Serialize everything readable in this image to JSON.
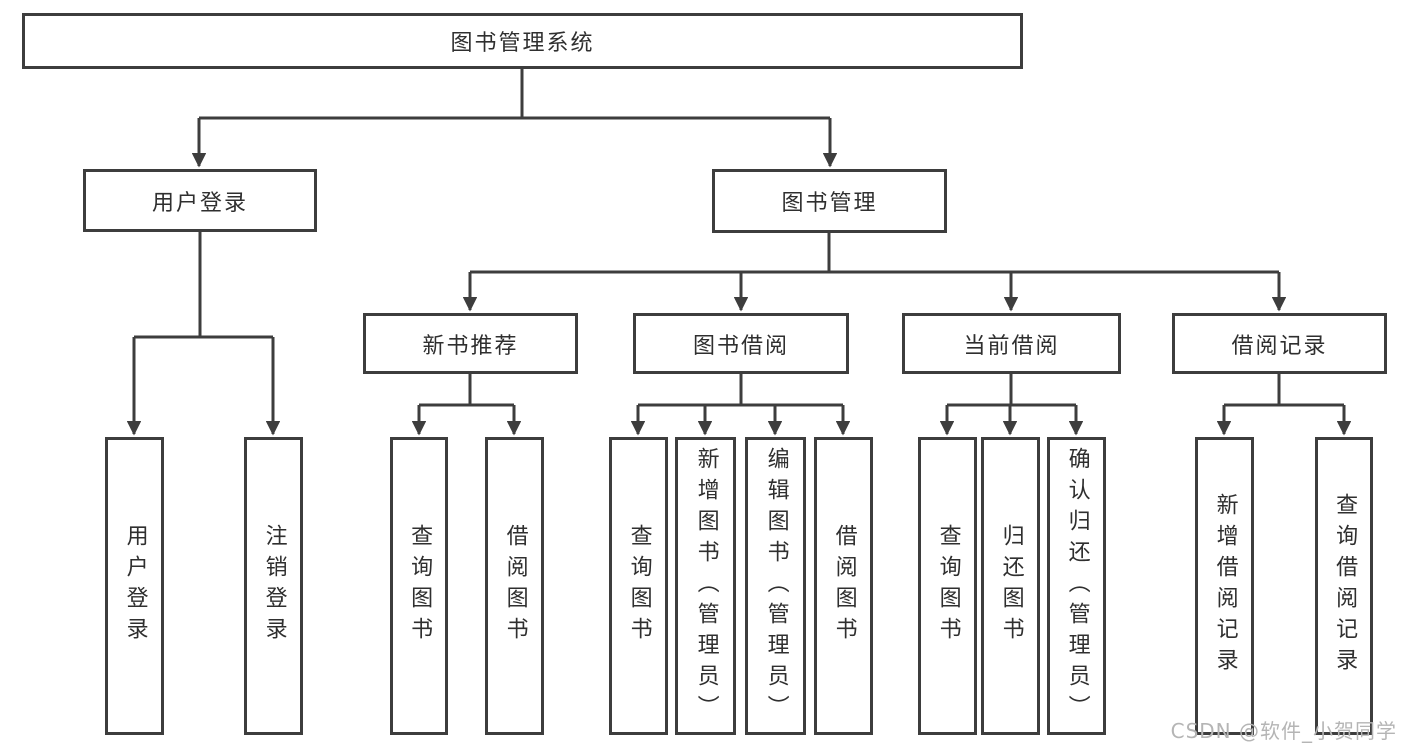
{
  "tree": {
    "label": "图书管理系统",
    "children": [
      {
        "label": "用户登录",
        "children": [
          {
            "label": "用户登录"
          },
          {
            "label": "注销登录"
          }
        ]
      },
      {
        "label": "图书管理",
        "children": [
          {
            "label": "新书推荐",
            "children": [
              {
                "label": "查询图书"
              },
              {
                "label": "借阅图书"
              }
            ]
          },
          {
            "label": "图书借阅",
            "children": [
              {
                "label": "查询图书"
              },
              {
                "label": "新增图书（管理员）"
              },
              {
                "label": "编辑图书（管理员）"
              },
              {
                "label": "借阅图书"
              }
            ]
          },
          {
            "label": "当前借阅",
            "children": [
              {
                "label": "查询图书"
              },
              {
                "label": "归还图书"
              },
              {
                "label": "确认归还（管理员）"
              }
            ]
          },
          {
            "label": "借阅记录",
            "children": [
              {
                "label": "新增借阅记录"
              },
              {
                "label": "查询借阅记录"
              }
            ]
          }
        ]
      }
    ]
  },
  "watermark": {
    "text": "CSDN @软件_小贺同学"
  },
  "colors": {
    "line": "#3d3d3d",
    "box_border": "#3d3d3d",
    "background": "#ffffff",
    "watermark_text": "#b5b5b5"
  }
}
